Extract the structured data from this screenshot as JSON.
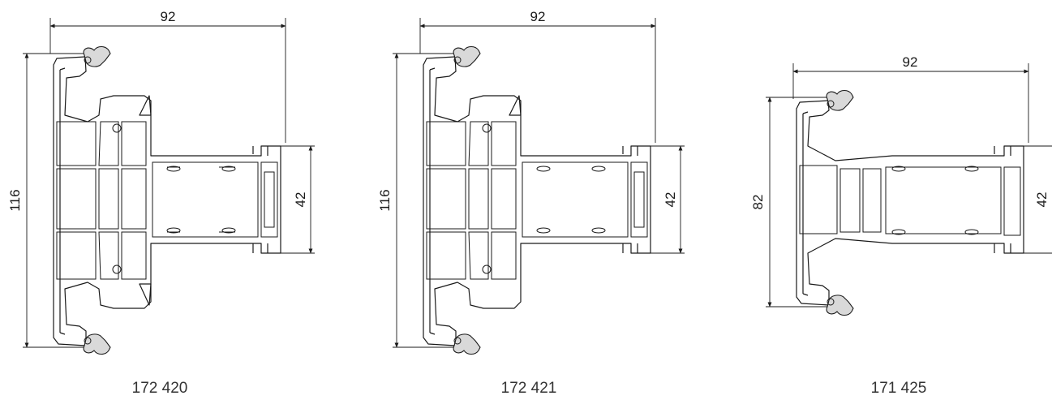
{
  "profiles": [
    {
      "code": "172 420",
      "width": "92",
      "height": "116",
      "inner": "42"
    },
    {
      "code": "172 421",
      "width": "92",
      "height": "116",
      "inner": "42"
    },
    {
      "code": "171 425",
      "width": "92",
      "height": "82",
      "inner": "42"
    }
  ],
  "colors": {
    "line": "#1a1a1a",
    "seal": "#d9d9d9",
    "caption": "#333333"
  }
}
